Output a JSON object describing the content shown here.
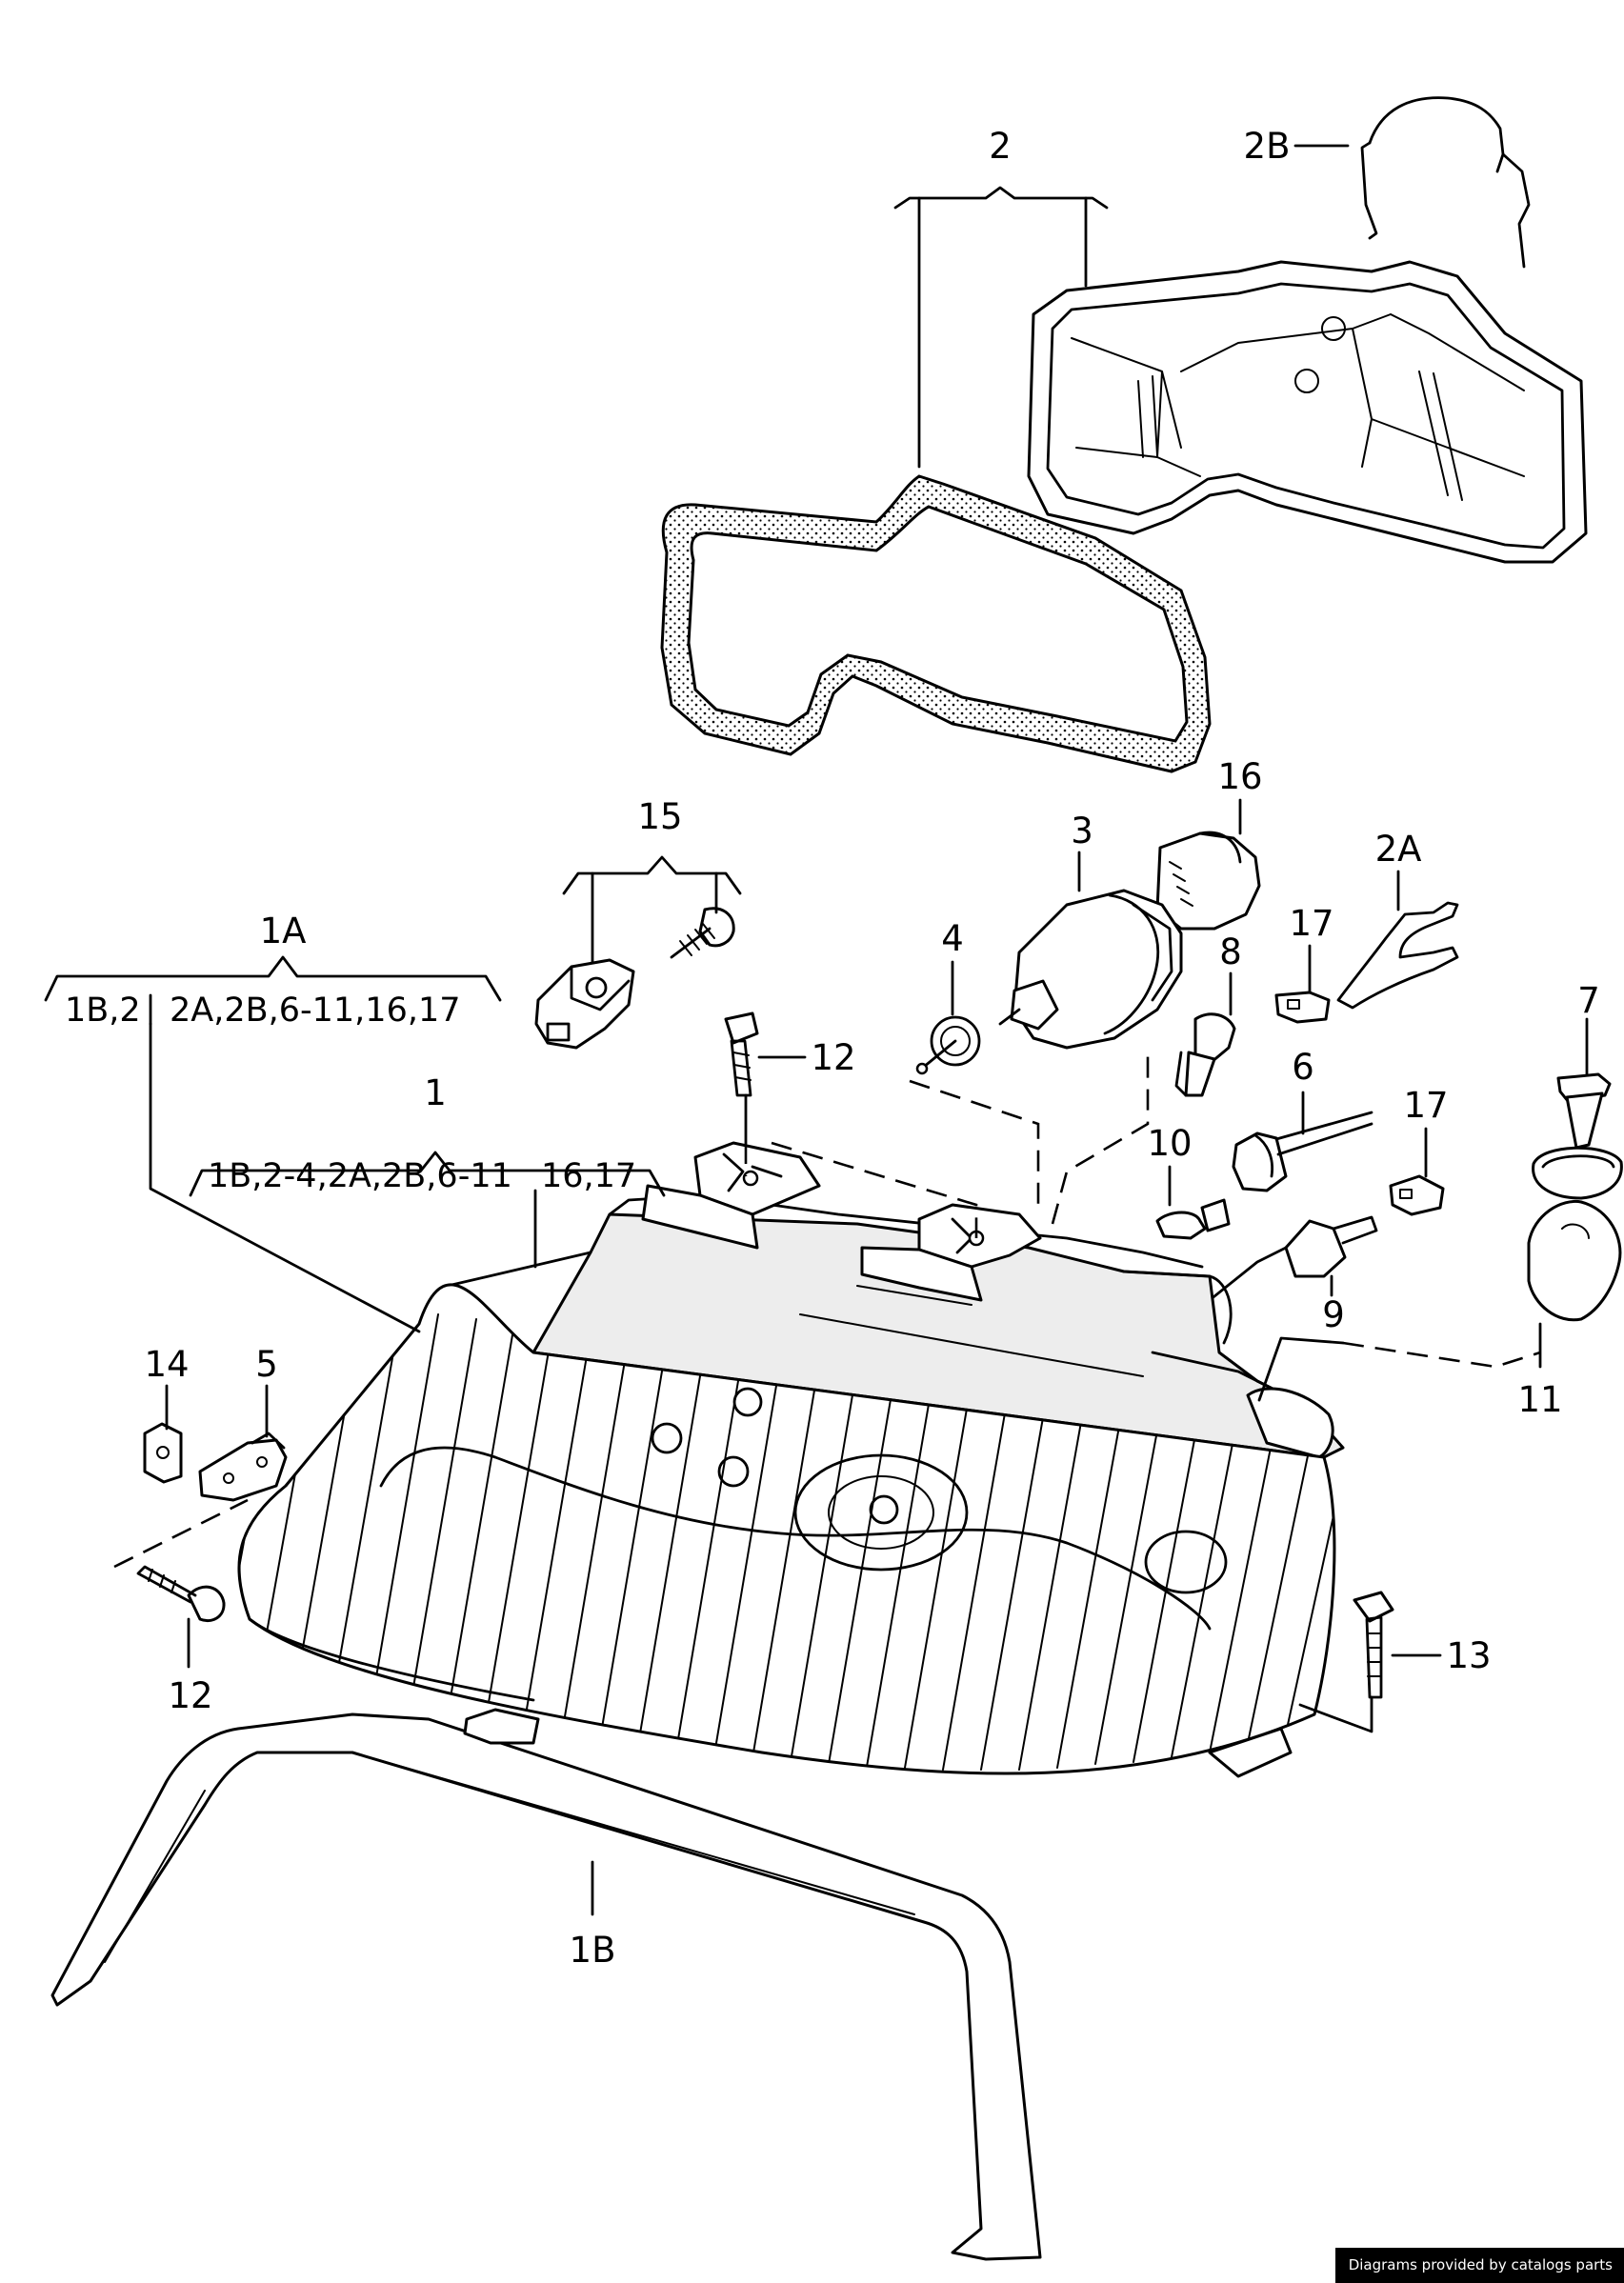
{
  "labels": {
    "p1": "1",
    "p1A": "1A",
    "p1B": "1B",
    "p2": "2",
    "p2A": "2A",
    "p2B": "2B",
    "p3": "3",
    "p4": "4",
    "p5": "5",
    "p6": "6",
    "p7": "7",
    "p8": "8",
    "p9": "9",
    "p10": "10",
    "p11": "11",
    "p12a": "12",
    "p12b": "12",
    "p13": "13",
    "p14": "14",
    "p15": "15",
    "p16": "16",
    "p17a": "17",
    "p17b": "17"
  },
  "groups": {
    "g1A_left": "1B,2",
    "g1A_right": "2A,2B,6-11,16,17",
    "g1_left": "1B,2-4,2A,2B,6-11",
    "g1_right": "16,17"
  },
  "credit": "Diagrams provided by catalogs parts"
}
